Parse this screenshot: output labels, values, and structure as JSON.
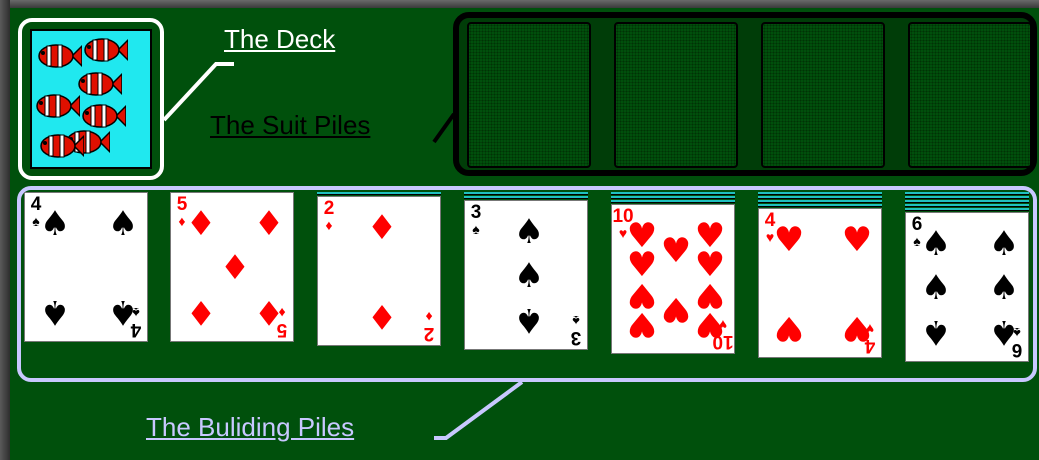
{
  "labels": {
    "deck": "The Deck",
    "suit_piles": "The Suit Piles",
    "building_piles": "The Buliding Piles"
  },
  "colors": {
    "table": "#00500c",
    "deck_back": "#20e8ef",
    "red_suit": "#ff0000",
    "building_outline": "#c8c8ff"
  },
  "deck_back_icon": "clownfish-pattern",
  "suit_piles": [
    {
      "state": "empty"
    },
    {
      "state": "empty"
    },
    {
      "state": "empty"
    },
    {
      "state": "empty"
    }
  ],
  "building_piles": [
    {
      "hidden_cards": 0,
      "rank": "4",
      "suit": "♠",
      "suit_name": "spades"
    },
    {
      "hidden_cards": 0,
      "rank": "5",
      "suit": "♦",
      "suit_name": "diamonds"
    },
    {
      "hidden_cards": 1,
      "rank": "2",
      "suit": "♦",
      "suit_name": "diamonds"
    },
    {
      "hidden_cards": 2,
      "rank": "3",
      "suit": "♠",
      "suit_name": "spades"
    },
    {
      "hidden_cards": 3,
      "rank": "10",
      "suit": "♥",
      "suit_name": "hearts"
    },
    {
      "hidden_cards": 4,
      "rank": "4",
      "suit": "♥",
      "suit_name": "hearts"
    },
    {
      "hidden_cards": 5,
      "rank": "6",
      "suit": "♠",
      "suit_name": "spades"
    }
  ]
}
